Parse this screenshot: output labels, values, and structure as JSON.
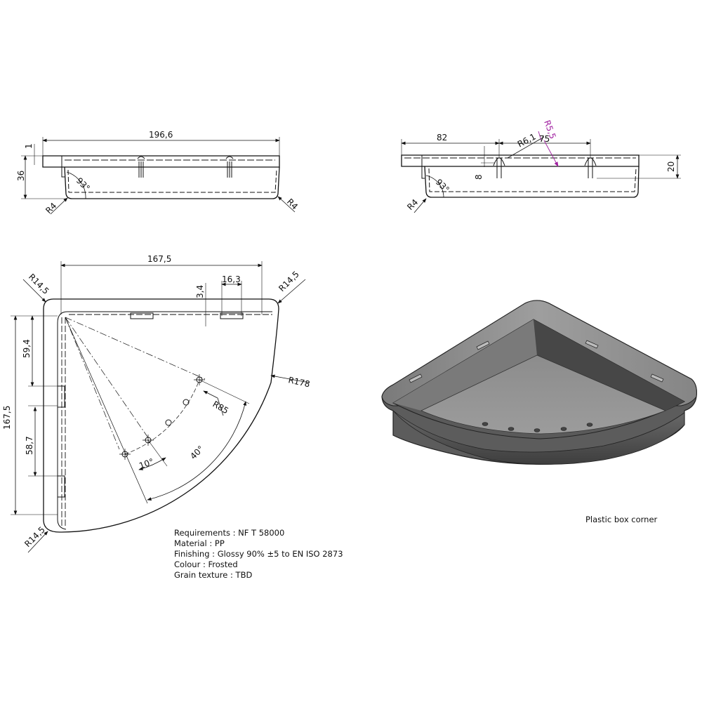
{
  "drawing": {
    "title": "Plastic box corner",
    "front_view": {
      "width": "196,6",
      "height": "36",
      "flange": "1",
      "angle": "93°",
      "radius_left": "R4",
      "radius_right": "R4"
    },
    "side_view": {
      "length": "82",
      "slot_spacing": "75",
      "slot_radius": "R6,1",
      "highlight_radius": "R5,5",
      "slot_depth": "8",
      "height": "20",
      "angle": "93°",
      "radius": "R4"
    },
    "top_view": {
      "width": "167,5",
      "height": "167,5",
      "radius_top_left": "R14,5",
      "radius_top_right": "R14,5",
      "radius_bottom_left": "R14,5",
      "slot_width": "16,3",
      "slot_offset": "3,4",
      "arc_radius": "R178",
      "hole_radius": "R85",
      "angle_small": "10°",
      "angle_large": "40°",
      "side_spacing_1": "59,4",
      "side_spacing_2": "58,7"
    },
    "notes": [
      "Requirements : NF T 58000",
      "Material : PP",
      "Finishing : Glossy 90% ±5 to EN ISO 2873",
      "Colour : Frosted",
      "Grain texture : TBD"
    ],
    "colors": {
      "line": "#111111",
      "highlight": "#a020a0",
      "render_dark": "#4a4a4a",
      "render_light": "#9a9a9a"
    }
  }
}
